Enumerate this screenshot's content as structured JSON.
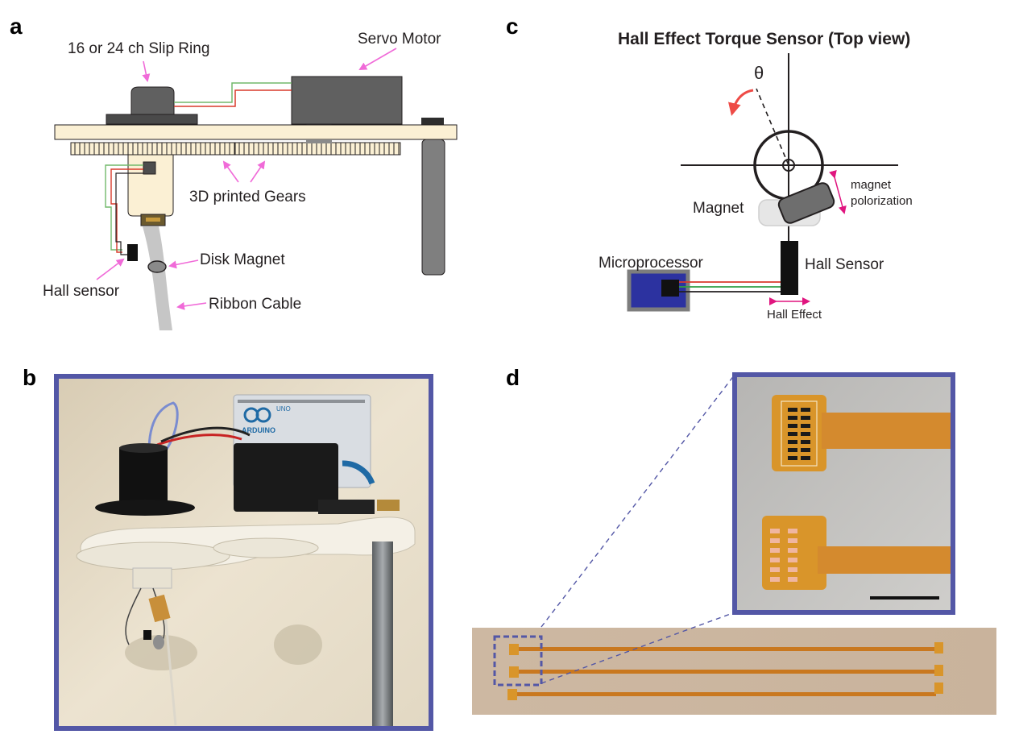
{
  "panels": {
    "a": "a",
    "b": "b",
    "c": "c",
    "d": "d"
  },
  "panel_a": {
    "slip_ring": "16 or 24 ch Slip Ring",
    "servo_motor": "Servo Motor",
    "gears": "3D printed Gears",
    "disk_magnet": "Disk Magnet",
    "hall_sensor": "Hall sensor",
    "ribbon_cable": "Ribbon Cable"
  },
  "panel_b": {
    "board_brand": "ARDUINO",
    "board_model": "UNO"
  },
  "panel_c": {
    "title": "Hall Effect Torque Sensor (Top view)",
    "theta": "θ",
    "magnet_polarization_1": "magnet",
    "magnet_polarization_2": "polorization",
    "magnet": "Magnet",
    "hall_sensor": "Hall Sensor",
    "microprocessor": "Microprocessor",
    "hall_effect": "Hall Effect"
  },
  "colors": {
    "frame": "#5357a6",
    "pink_arrow": "#f06ad8",
    "magenta": "#e0157f",
    "red_arrow": "#ee4b46",
    "cream": "#fbf0d4",
    "flex_orange": "#d48a2e"
  }
}
